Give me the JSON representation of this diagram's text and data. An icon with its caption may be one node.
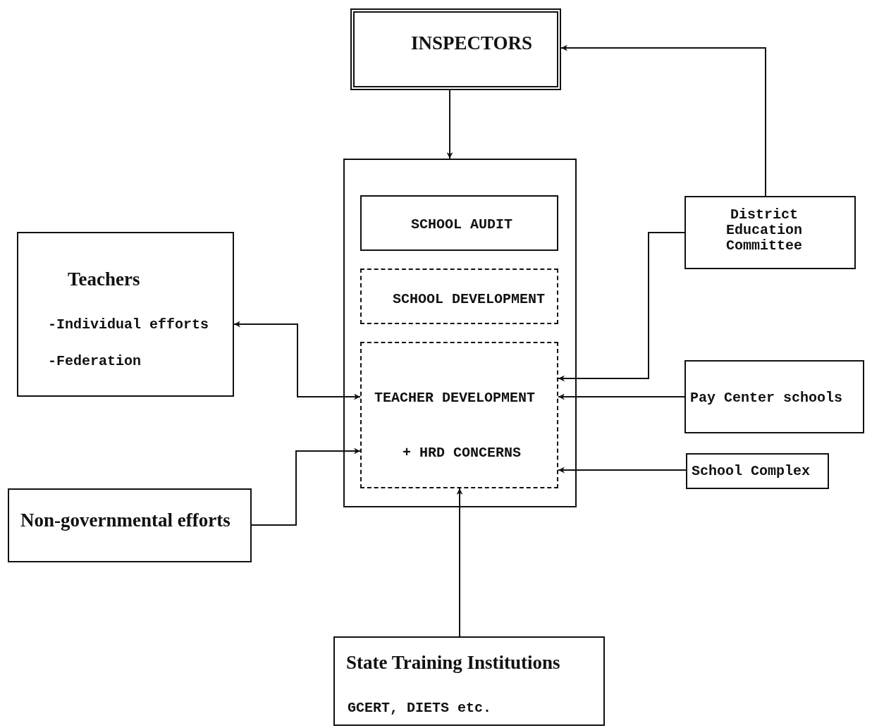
{
  "diagram": {
    "nodes": [
      {
        "text": [
          "INSPECTORS"
        ]
      },
      {
        "text": [],
        "shape": "box"
      },
      {
        "text": [
          "SCHOOL AUDIT"
        ],
        "in": 1
      },
      {
        "text": [
          "SCHOOL DEVELOPMENT"
        ],
        "in": 1
      },
      {
        "text": [
          "TEACHER DEVELOPMENT",
          "+ HRD CONCERNS"
        ],
        "in": 1
      },
      {
        "text": [
          "Teachers",
          "-Individual efforts",
          "-Federation"
        ]
      },
      {
        "text": [
          "Non-governmental efforts"
        ]
      },
      {
        "text": [
          "District Education Committee"
        ]
      },
      {
        "text": [
          "Pay Center schools"
        ]
      },
      {
        "text": [
          "School Complex"
        ]
      },
      {
        "text": [
          "State Training Institutions",
          "GCERT, DIETS etc."
        ]
      }
    ],
    "edges": [
      {
        "from": 0,
        "to": 1,
        "arrow": "to"
      },
      {
        "from": 7,
        "to": 0,
        "arrow": "to"
      },
      {
        "from": 5,
        "to": 4,
        "arrow": "both"
      },
      {
        "from": 6,
        "to": 4,
        "arrow": "to"
      },
      {
        "from": 7,
        "to": 4,
        "arrow": "to"
      },
      {
        "from": 8,
        "to": 4,
        "arrow": "to"
      },
      {
        "from": 9,
        "to": 4,
        "arrow": "to"
      },
      {
        "from": 10,
        "to": 4,
        "arrow": "to"
      }
    ]
  }
}
